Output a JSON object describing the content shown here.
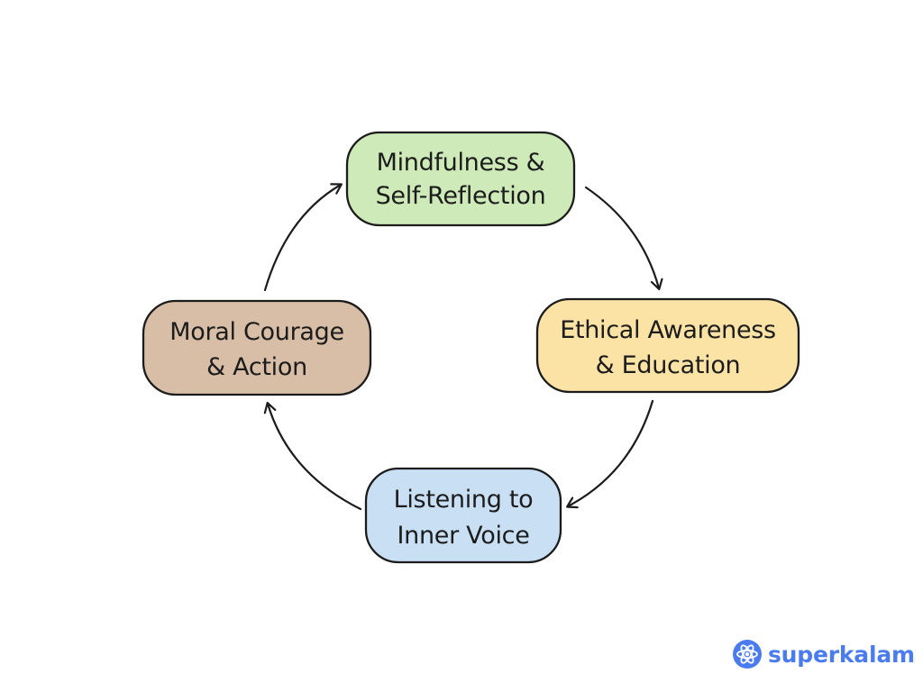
{
  "diagram": {
    "nodes": [
      {
        "id": "mindfulness",
        "lines": [
          "Mindfulness &",
          "Self-Reflection"
        ],
        "color": "#cdeab8"
      },
      {
        "id": "ethical",
        "lines": [
          "Ethical Awareness",
          "& Education"
        ],
        "color": "#fbe3a6"
      },
      {
        "id": "listening",
        "lines": [
          "Listening to",
          "Inner Voice"
        ],
        "color": "#c9dff4"
      },
      {
        "id": "moral",
        "lines": [
          "Moral Courage",
          "& Action"
        ],
        "color": "#d8bea6"
      }
    ],
    "edges": [
      {
        "from": "mindfulness",
        "to": "ethical"
      },
      {
        "from": "ethical",
        "to": "listening"
      },
      {
        "from": "listening",
        "to": "moral"
      },
      {
        "from": "moral",
        "to": "mindfulness"
      }
    ]
  },
  "brand": {
    "name": "superkalam",
    "color": "#4a7cf0",
    "icon": "atom-icon"
  }
}
